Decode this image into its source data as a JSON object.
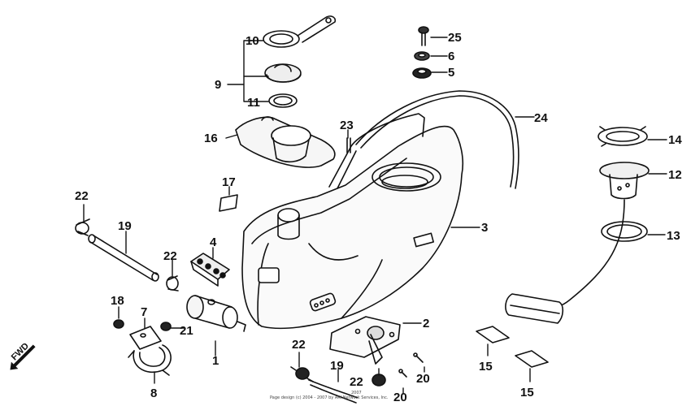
{
  "diagram": {
    "direction_label": "FWD",
    "callouts": {
      "c25": "25",
      "c6": "6",
      "c5": "5",
      "c10": "10",
      "c9": "9",
      "c11": "11",
      "c24": "24",
      "c16": "16",
      "c23": "23",
      "c14": "14",
      "c12": "12",
      "c17": "17",
      "c22a": "22",
      "c19a": "19",
      "c3": "3",
      "c13": "13",
      "c4": "4",
      "c22b": "22",
      "c18": "18",
      "c7": "7",
      "c21": "21",
      "c1": "1",
      "c8": "8",
      "c2": "2",
      "c22c": "22",
      "c19b": "19",
      "c22d": "22",
      "c20a": "20",
      "c20b": "20",
      "c15a": "15",
      "c15b": "15"
    },
    "footer_top": "2007",
    "footer": "Page design (c) 2004 - 2007 by ARI Network Services, Inc."
  }
}
